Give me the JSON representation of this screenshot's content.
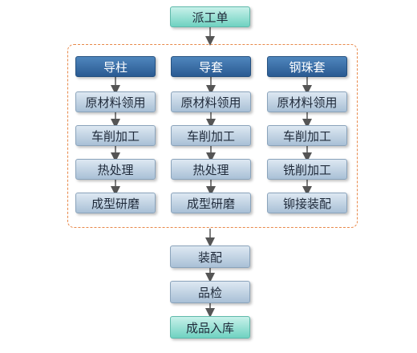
{
  "start": "派工单",
  "columns": [
    {
      "head": "导柱",
      "steps": [
        "原材料领用",
        "车削加工",
        "热处理",
        "成型研磨"
      ]
    },
    {
      "head": "导套",
      "steps": [
        "原材料领用",
        "车削加工",
        "热处理",
        "成型研磨"
      ]
    },
    {
      "head": "钢珠套",
      "steps": [
        "原材料领用",
        "车削加工",
        "铣削加工",
        "铆接装配"
      ]
    }
  ],
  "after": [
    "装配",
    "品检"
  ],
  "end": "成品入库",
  "colors": {
    "teal": "#6fd2c1",
    "header_blue": "#2f64a0",
    "step_blue": "#b8cde0",
    "dashed_frame": "#e8894a",
    "arrow": "#555555"
  }
}
